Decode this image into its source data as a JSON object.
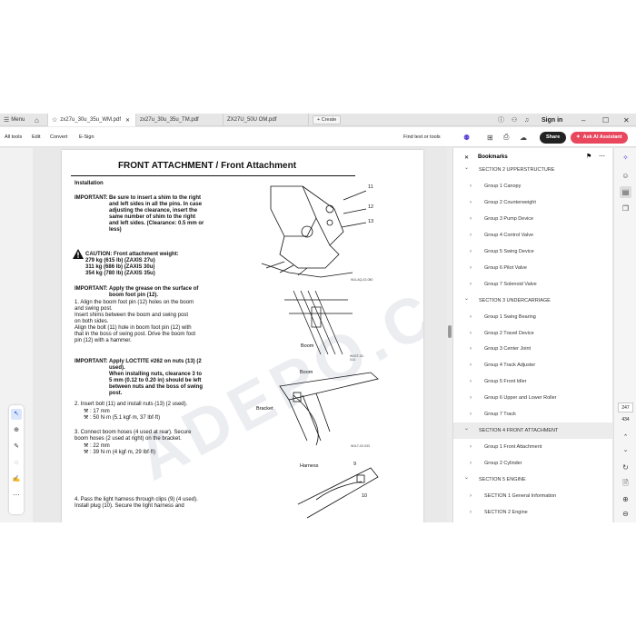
{
  "tabbar": {
    "menu_label": "Menu",
    "tabs": [
      {
        "label": "zx27u_30u_35u_WM.pdf"
      },
      {
        "label": "zx27u_30u_35u_TM.pdf"
      },
      {
        "label": "ZX27U_50U OM.pdf"
      }
    ],
    "create_label": "+ Create",
    "signin_label": "Sign in"
  },
  "toolbar": {
    "all_tools": "All tools",
    "edit": "Edit",
    "convert": "Convert",
    "esign": "E-Sign",
    "find_label": "Find text or tools",
    "share_label": "Share",
    "ai_label": "Ask AI Assistant"
  },
  "doc": {
    "title": "FRONT ATTACHMENT / Front Attachment",
    "section": "Installation",
    "imp1_label": "IMPORTANT:",
    "imp1_lines": [
      "Be sure to insert a shim to the right",
      "and left sides in all the pins. In case",
      "adjusting the clearance, insert the",
      "same number of shim to the right",
      "and left sides. (Clearance: 0.5 mm or",
      "less)"
    ],
    "caution_lines": [
      "CAUTION:  Front attachment weight:",
      "279 kg (615 lb) (ZAXIS 27u)",
      "311 kg (686 lb) (ZAXIS 30u)",
      "354 kg (780 lb) (ZAXIS 35u)"
    ],
    "imp2_label": "IMPORTANT:",
    "imp2_lines": [
      "Apply the grease on the surface of",
      "boom foot pin (12)."
    ],
    "step1_lines": [
      "1.  Align the boom foot pin (12) holes on the boom",
      "     and swing post.",
      "     Insert shims between the boom and swing post",
      "     on both sides.",
      "     Align the bolt (11) hole in boom foot pin (12) with",
      "     that in the boss of swing post. Drive the boom foot",
      "     pin (12) with a hammer."
    ],
    "imp3_label": "IMPORTANT:",
    "imp3_lines": [
      "Apply LOCTITE #262 on nuts (13) (2",
      "used).",
      "When installing nuts, clearance 3 to",
      "5 mm (0.12 to 0.20 in) should be left",
      "between nuts and the boss of swing",
      "post."
    ],
    "step2_lines": [
      "2.  Insert bolt (11) and install nuts (13) (2 used)."
    ],
    "step2_spec": [
      ": 17 mm",
      ": 50 N·m (5.1 kgf·m, 37 lbf·ft)"
    ],
    "step3_lines": [
      "3.  Connect boom hoses (4 used at rear). Secure",
      "     boom hoses (2 used at right) on the bracket."
    ],
    "step3_spec": [
      ": 22 mm",
      ": 39 N·m (4 kgf·m, 29 lbf·ft)"
    ],
    "step4_lines": [
      "4.  Pass the light harness through clips (9) (4 used).",
      "     Install plug (10). Secure the light harness and"
    ],
    "fig1_labels": {
      "a": "11",
      "b": "12",
      "c": "13"
    },
    "fig1_code": "W1LAQ-02-080",
    "fig2_label": "Boom",
    "fig2_code": "W1ST-02-014",
    "fig3_labels": {
      "boom": "Boom",
      "bracket": "Bracket"
    },
    "fig3_code": "W1LT-02-033",
    "fig4_labels": {
      "harness": "Harness",
      "n9": "9",
      "n10": "10"
    },
    "watermark": "ADEPO.COM"
  },
  "bookmarks": {
    "title": "Bookmarks",
    "items": [
      {
        "label": "SECTION 2 UPPERSTRUCTURE",
        "level": 0,
        "expanded": true
      },
      {
        "label": "Group 1 Canopy",
        "level": 1
      },
      {
        "label": "Group 2 Counterweight",
        "level": 1
      },
      {
        "label": "Group 3 Pump Device",
        "level": 1
      },
      {
        "label": "Group 4 Control Valve",
        "level": 1
      },
      {
        "label": "Group 5 Swing Device",
        "level": 1
      },
      {
        "label": "Group 6 Pilot Valve",
        "level": 1
      },
      {
        "label": "Group 7 Solenoid Valve",
        "level": 1
      },
      {
        "label": "SECTION 3 UNDERCARRIAGE",
        "level": 0,
        "expanded": true
      },
      {
        "label": "Group 1 Swing Bearing",
        "level": 1
      },
      {
        "label": "Group 2 Travel Device",
        "level": 1
      },
      {
        "label": "Group 3 Center Joint",
        "level": 1
      },
      {
        "label": "Group 4 Track Adjuster",
        "level": 1
      },
      {
        "label": "Group 5 Front Idler",
        "level": 1
      },
      {
        "label": "Group 6 Upper and Lower Roller",
        "level": 1
      },
      {
        "label": "Group 7 Track",
        "level": 1
      },
      {
        "label": "SECTION 4 FRONT ATTACHMENT",
        "level": 0,
        "expanded": true,
        "selected": true
      },
      {
        "label": "Group 1 Front Attachment",
        "level": 1
      },
      {
        "label": "Group 2 Cylinder",
        "level": 1
      },
      {
        "label": "SECTION 5 ENGINE",
        "level": 0,
        "expanded": true
      },
      {
        "label": "SECTION 1 General Information",
        "level": 1
      },
      {
        "label": "SECTION 2 Engine",
        "level": 1
      }
    ]
  },
  "right_rail": {
    "current_page": "247",
    "total_pages": "434"
  },
  "colors": {
    "accent": "#1a56d6",
    "ai_button": "#e8475e",
    "share_button": "#222222"
  }
}
